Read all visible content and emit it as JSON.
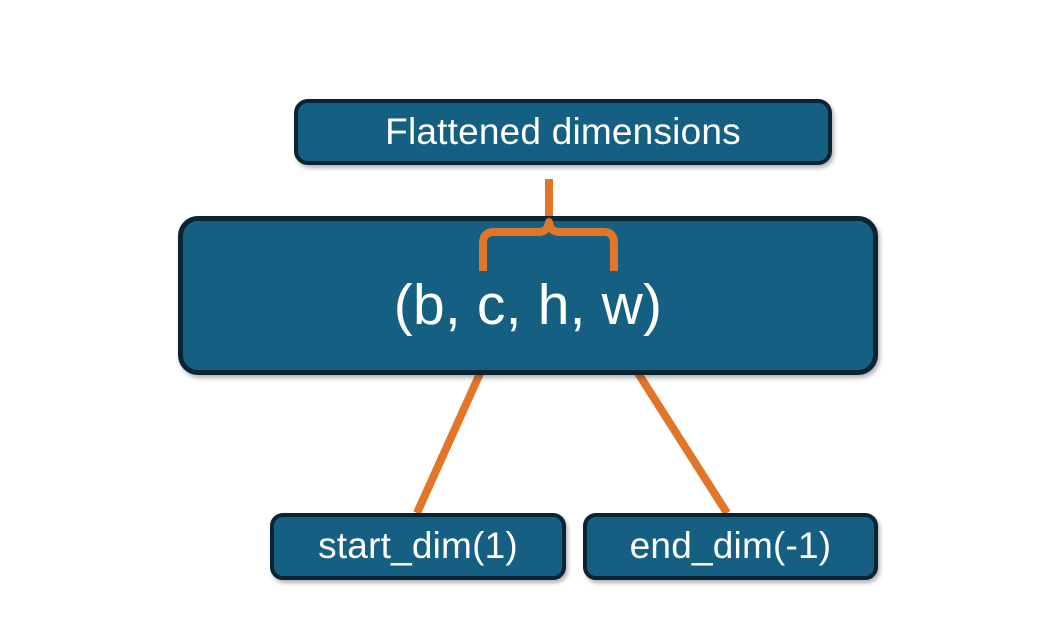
{
  "diagram": {
    "title": "Flatten dimensions diagram",
    "background_color": "#ffffff",
    "node_fill_color": "#156082",
    "node_border_color": "#0A2433",
    "node_text_color": "#ffffff",
    "connector_color": "#E1762B",
    "nodes": {
      "flattened": {
        "label": "Flattened dimensions"
      },
      "shape": {
        "label": "(b, c, h, w)"
      },
      "start_dim": {
        "label": "start_dim(1)"
      },
      "end_dim": {
        "label": "end_dim(-1)"
      }
    },
    "connectors": [
      {
        "name": "brace-over-c-h-w",
        "kind": "curly-brace",
        "from": "shape",
        "to": "flattened"
      },
      {
        "name": "arrow-start-dim-to-c",
        "kind": "arrow",
        "from": "start_dim",
        "to": "shape"
      },
      {
        "name": "arrow-end-dim-to-w",
        "kind": "arrow",
        "from": "end_dim",
        "to": "shape"
      }
    ]
  }
}
